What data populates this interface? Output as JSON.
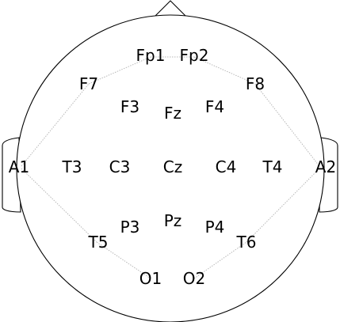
{
  "electrodes": {
    "fp1": "Fp1",
    "fp2": "Fp2",
    "f7": "F7",
    "f8": "F8",
    "f3": "F3",
    "fz": "Fz",
    "f4": "F4",
    "a1": "A1",
    "t3": "T3",
    "c3": "C3",
    "cz": "Cz",
    "c4": "C4",
    "t4": "T4",
    "a2": "A2",
    "p3": "P3",
    "pz": "Pz",
    "p4": "P4",
    "t5": "T5",
    "t6": "T6",
    "o1": "O1",
    "o2": "O2"
  },
  "colors": {
    "outline": "#000000",
    "connection_line": "#b8b8b8",
    "background": "#ffffff"
  }
}
